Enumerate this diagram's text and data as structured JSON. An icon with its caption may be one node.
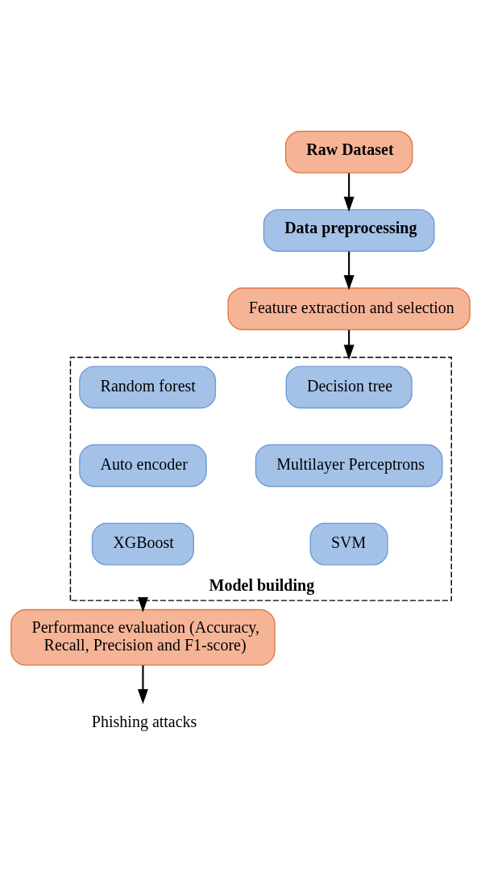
{
  "diagram": {
    "nodes": [
      {
        "text": [
          "Raw Dataset"
        ]
      },
      {
        "text": [
          "Data preprocessing"
        ]
      },
      {
        "text": [
          "Feature extraction and selection"
        ]
      },
      {
        "text": [
          "Model building"
        ]
      },
      {
        "text": [
          "Decision tree"
        ],
        "in": 3
      },
      {
        "text": [
          "Random forest"
        ],
        "in": 3
      },
      {
        "text": [
          "Multilayer Perceptrons"
        ],
        "in": 3
      },
      {
        "text": [
          "Auto encoder"
        ],
        "in": 3
      },
      {
        "text": [
          "SVM"
        ],
        "in": 3
      },
      {
        "text": [
          "XGBoost"
        ],
        "in": 3
      },
      {
        "text": [
          "Performance evaluation (Accuracy, Recall, Precision and F1-score)"
        ]
      },
      {
        "text": [
          "Phishing attacks"
        ]
      }
    ],
    "edges": [
      {
        "from": 0,
        "to": 1,
        "arrow": "to"
      },
      {
        "from": 1,
        "to": 2,
        "arrow": "to"
      },
      {
        "from": 2,
        "to": 3,
        "arrow": "to"
      },
      {
        "from": 3,
        "to": 10,
        "arrow": "to"
      },
      {
        "from": 10,
        "to": 11,
        "arrow": "to"
      }
    ]
  }
}
